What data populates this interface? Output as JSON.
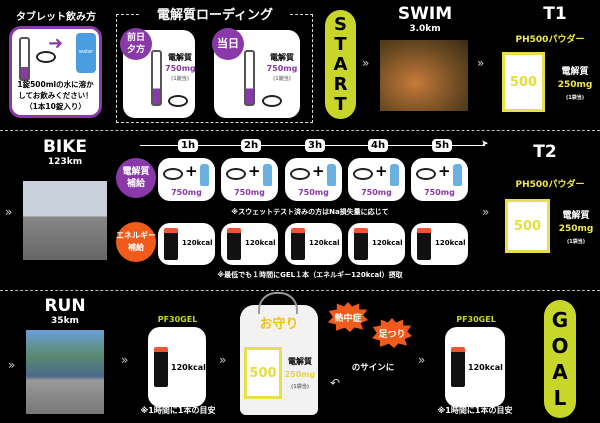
{
  "tablet": {
    "title": "タブレット飲み方",
    "water_label": "water",
    "instructions": [
      "1錠500mlの水に溶か",
      "してお飲みください！",
      "（1本10錠入り）"
    ]
  },
  "loading": {
    "title": "電解質ローディング",
    "cards": [
      {
        "badge": [
          "前日",
          "夕方"
        ],
        "label": "電解質",
        "amount": "750mg",
        "note": "(1錠当)"
      },
      {
        "badge": [
          "当日"
        ],
        "label": "電解質",
        "amount": "750mg",
        "note": "(1錠当)"
      }
    ]
  },
  "start": [
    "S",
    "T",
    "A",
    "R",
    "T"
  ],
  "swim": {
    "title": "SWIM",
    "distance": "3.0km"
  },
  "t1": {
    "title": "T1",
    "product": "PH500パウダー",
    "packet": "500",
    "label": "電解質",
    "amount": "250mg",
    "note": "(1袋当)"
  },
  "bike": {
    "title": "BIKE",
    "distance": "123km",
    "hours": [
      "1h",
      "2h",
      "3h",
      "4h",
      "5h"
    ],
    "electrolyte_badge": [
      "電解質",
      "補給"
    ],
    "electrolyte_amounts": [
      "750mg",
      "750mg",
      "750mg",
      "750mg",
      "750mg"
    ],
    "electrolyte_note": "※スウェットテスト済みの方はNa損失量に応じて",
    "energy_badge": [
      "エネルギー",
      "補給"
    ],
    "energy_amounts": [
      "120kcal",
      "120kcal",
      "120kcal",
      "120kcal",
      "120kcal"
    ],
    "energy_note": "※最低でも１時間にGEL１本（エネルギー120kcal）摂取"
  },
  "t2": {
    "title": "T2",
    "product": "PH500パウダー",
    "packet": "500",
    "label": "電解質",
    "amount": "250mg",
    "note": "(1袋当)"
  },
  "run": {
    "title": "RUN",
    "distance": "35km",
    "gel1": {
      "product": "PF30GEL",
      "amount": "120kcal",
      "note": "※1時間に1本の目安"
    },
    "omamori": {
      "title": "お守り",
      "packet": "500",
      "label": "電解質",
      "amount": "250mg",
      "note": "(1袋当)"
    },
    "signs": [
      "熱中症",
      "足つり"
    ],
    "sign_text": "のサインに",
    "gel2": {
      "product": "PF30GEL",
      "amount": "120kcal",
      "note": "※1時間に1本の目安"
    }
  },
  "goal": [
    "G",
    "O",
    "A",
    "L"
  ],
  "chevron": "»",
  "plus": "+",
  "colors": {
    "purple": "#8a3aa8",
    "lime": "#c8d62a",
    "orange": "#f05a1a",
    "yellow": "#f1e84a"
  }
}
